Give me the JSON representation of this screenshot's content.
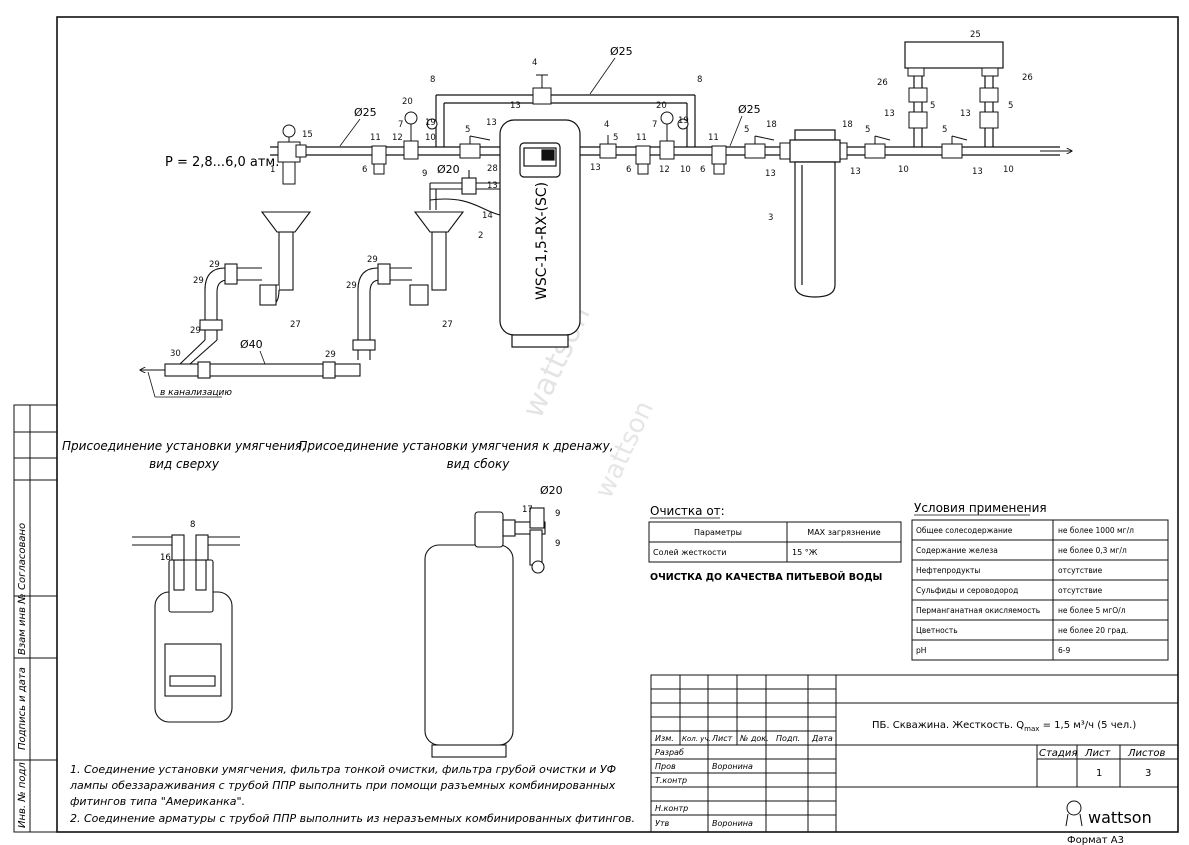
{
  "scheme": {
    "pressure_label": "P = 2,8...6,0 атм.",
    "pipe_main": "Ø25",
    "pipe_bypass": "Ø25",
    "pipe_after": "Ø25",
    "pipe_drain_small": "Ø20",
    "pipe_drain": "Ø40",
    "pipe_side": "Ø20",
    "sewer_label": "в канализацию",
    "softener_label": "WSC-1,5-RX-(SC)",
    "watermark": "wattson",
    "callouts": {
      "n1": "1",
      "n2": "2",
      "n3": "3",
      "n4": "4",
      "n5": "5",
      "n6": "6",
      "n7": "7",
      "n8": "8",
      "n9": "9",
      "n10": "10",
      "n11": "11",
      "n12": "12",
      "n13": "13",
      "n14": "14",
      "n15": "15",
      "n16": "16",
      "n17": "17",
      "n18": "18",
      "n19": "19",
      "n20": "20",
      "n25": "25",
      "n26": "26",
      "n27": "27",
      "n28": "28",
      "n29": "29",
      "n30": "30"
    }
  },
  "captions": {
    "top_view": [
      "Присоединение установки умягчения,",
      "вид сверху"
    ],
    "side_view": [
      "Присоединение установки умягчения к дренажу,",
      "вид сбоку"
    ]
  },
  "cleaning": {
    "title": "Очистка от:",
    "headers": [
      "Параметры",
      "MAX загрязнение"
    ],
    "rows": [
      [
        "Солей жесткости",
        "15 °Ж"
      ]
    ],
    "quality": "ОЧИСТКА ДО КАЧЕСТВА ПИТЬЕВОЙ ВОДЫ"
  },
  "conditions": {
    "title": "Условия применения",
    "rows": [
      [
        "Общее солесодержание",
        "не более 1000 мг/л"
      ],
      [
        "Содержание железа",
        "не более 0,3 мг/л"
      ],
      [
        "Нефтепродукты",
        "отсутствие"
      ],
      [
        "Сульфиды и сероводород",
        "отсутствие"
      ],
      [
        "Перманганатная окисляемость",
        "не более 5 мгО/л"
      ],
      [
        "Цветность",
        "не более 20 град."
      ],
      [
        "pH",
        "6-9"
      ]
    ]
  },
  "notes": [
    "1. Соединение установки умягчения, фильтра тонкой очистки, фильтра грубой очистки и УФ",
    "лампы обеззараживания с трубой ППР выполнить при помощи разъемных комбинированных",
    "фитингов типа \"Американка\".",
    "2. Соединение арматуры с трубой ППР выполнить из неразъемных комбинированных фитингов."
  ],
  "side_stamp": [
    "Согласовано",
    "Взам инв №",
    "Подпись и дата",
    "Инв. № подл"
  ],
  "titleblock": {
    "headers": [
      "Изм.",
      "Кол. уч.",
      "Лист",
      "№ док.",
      "Подп.",
      "Дата"
    ],
    "roles": [
      "Разраб",
      "Пров",
      "Т.контр",
      "",
      "Н.контр",
      "Утв"
    ],
    "names": [
      "",
      "Воронина",
      "",
      "",
      "",
      "Воронина"
    ],
    "title": "ПБ. Скважина. Жесткость. Q",
    "title_sub": "max",
    "title_tail": " = 1,5 м³/ч (5 чел.)",
    "stage_label": "Стадия",
    "sheet_label": "Лист",
    "sheets_label": "Листов",
    "sheet": "1",
    "sheets": "3",
    "logo": "wattson",
    "format": "Формат А3"
  }
}
